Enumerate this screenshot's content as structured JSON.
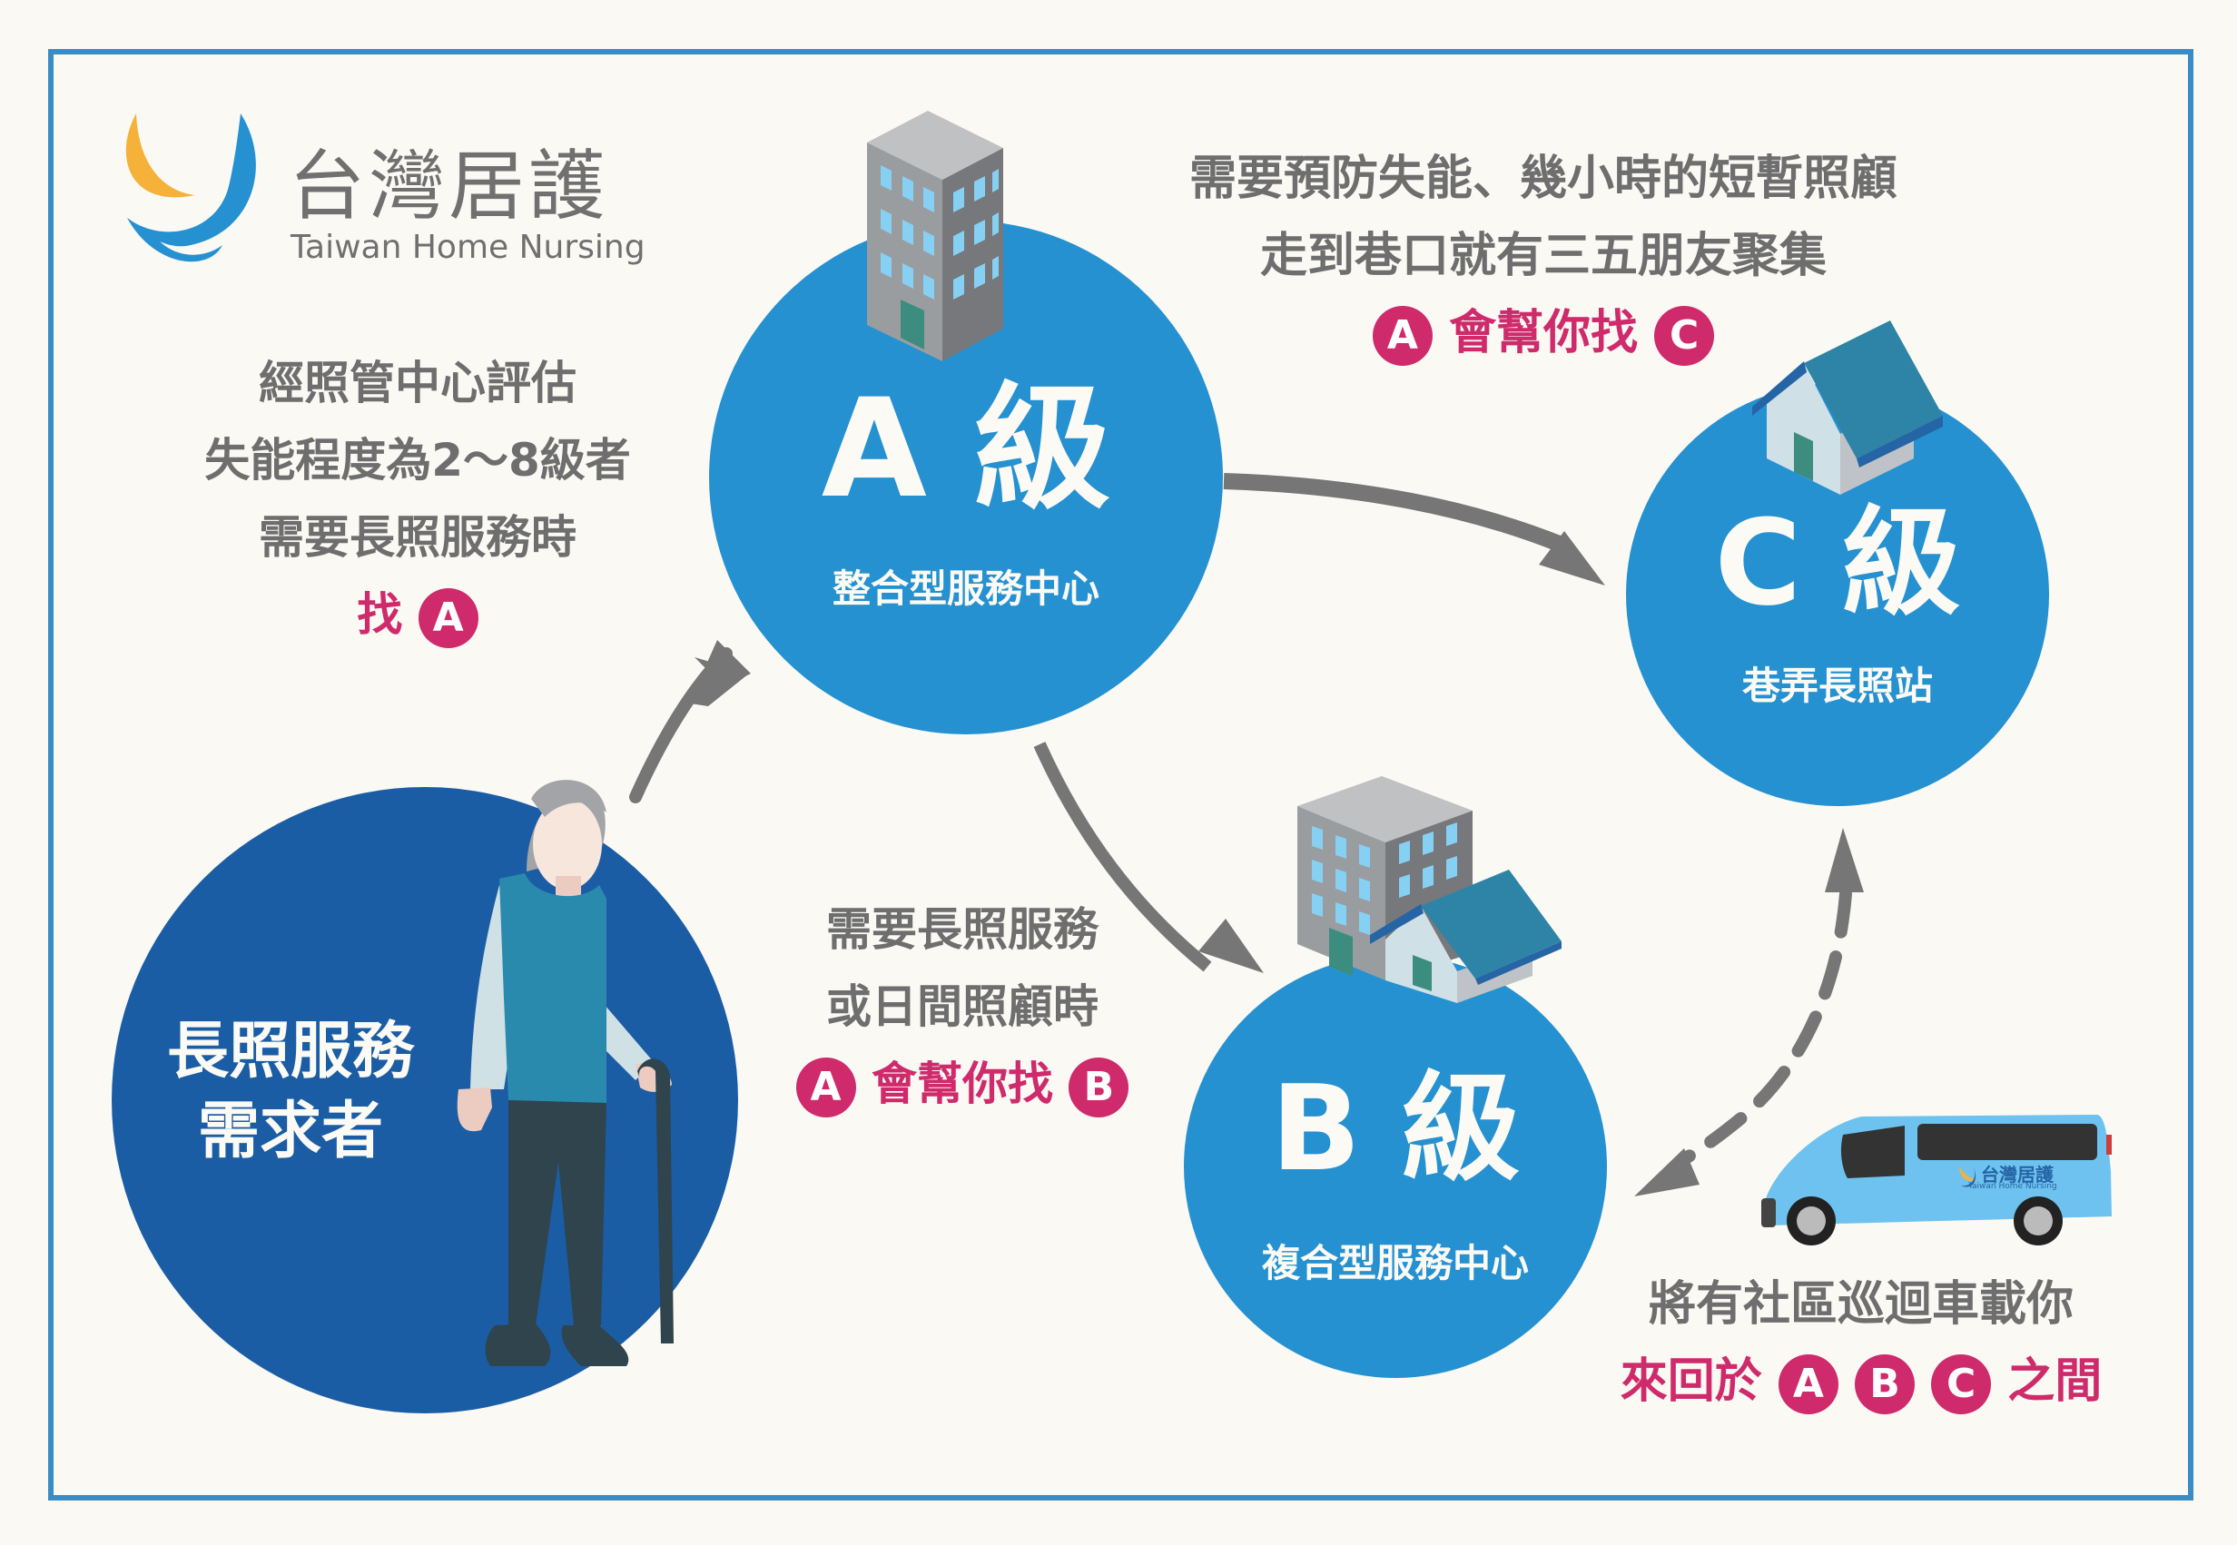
{
  "brand": {
    "name_cn": "台灣居護",
    "name_en": "Taiwan Home Nursing",
    "colors": {
      "blue": "#2591d1",
      "orange": "#f5b13a",
      "gray_text": "#707070"
    }
  },
  "colors": {
    "circle_blue": "#2591d1",
    "user_circle": "#1b5da5",
    "pink": "#cf2a6b",
    "arrow_gray": "#767676",
    "frame": "#3a8cc6",
    "background": "#faf9f4"
  },
  "user_node": {
    "title_line1": "長照服務",
    "title_line2": "需求者",
    "icon": "elderly-person-with-cane"
  },
  "nodes": {
    "A": {
      "level": "A",
      "suffix": "級",
      "name": "整合型服務中心",
      "icon": "office-building"
    },
    "B": {
      "level": "B",
      "suffix": "級",
      "name": "複合型服務中心",
      "icon": "building-and-house"
    },
    "C": {
      "level": "C",
      "suffix": "級",
      "name": "巷弄長照站",
      "icon": "house"
    }
  },
  "notes": {
    "to_A": {
      "lines": [
        "經照管中心評估",
        "失能程度為2～8級者",
        "需要長照服務時"
      ],
      "action_prefix": "找",
      "action_badge": "A"
    },
    "to_B": {
      "lines": [
        "需要長照服務",
        "或日間照顧時"
      ],
      "badge_from": "A",
      "action": "會幫你找",
      "badge_to": "B"
    },
    "to_C": {
      "lines": [
        "需要預防失能、幾小時的短暫照顧",
        "走到巷口就有三五朋友聚集"
      ],
      "badge_from": "A",
      "action": "會幫你找",
      "badge_to": "C"
    },
    "shuttle": {
      "line": "將有社區巡迴車載你",
      "prefix": "來回於",
      "badges": [
        "A",
        "B",
        "C"
      ],
      "suffix": "之間",
      "icon": "shuttle-van",
      "van_logo_cn": "台灣居護",
      "van_logo_en": "Taiwan Home Nursing"
    }
  }
}
